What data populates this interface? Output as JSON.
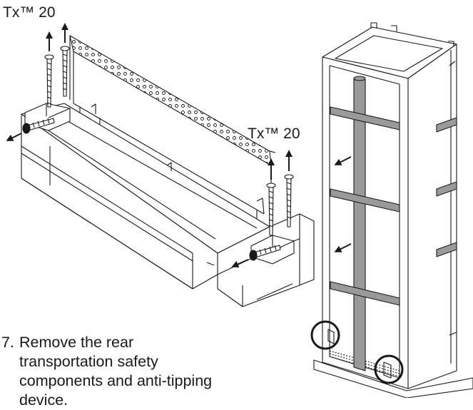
{
  "labels": {
    "torx_top": "Tx™ 20",
    "torx_middle": "Tx™ 20"
  },
  "instruction": {
    "number": "7.",
    "text": "Remove the rear transportation safety components and anti-tipping device."
  },
  "icons": [
    "screw-icon",
    "arrow-icon",
    "highlight-circle-icon"
  ],
  "colors": {
    "line": "#1a1a1a",
    "strap": "#9a9a9a",
    "fill": "#ffffff"
  }
}
